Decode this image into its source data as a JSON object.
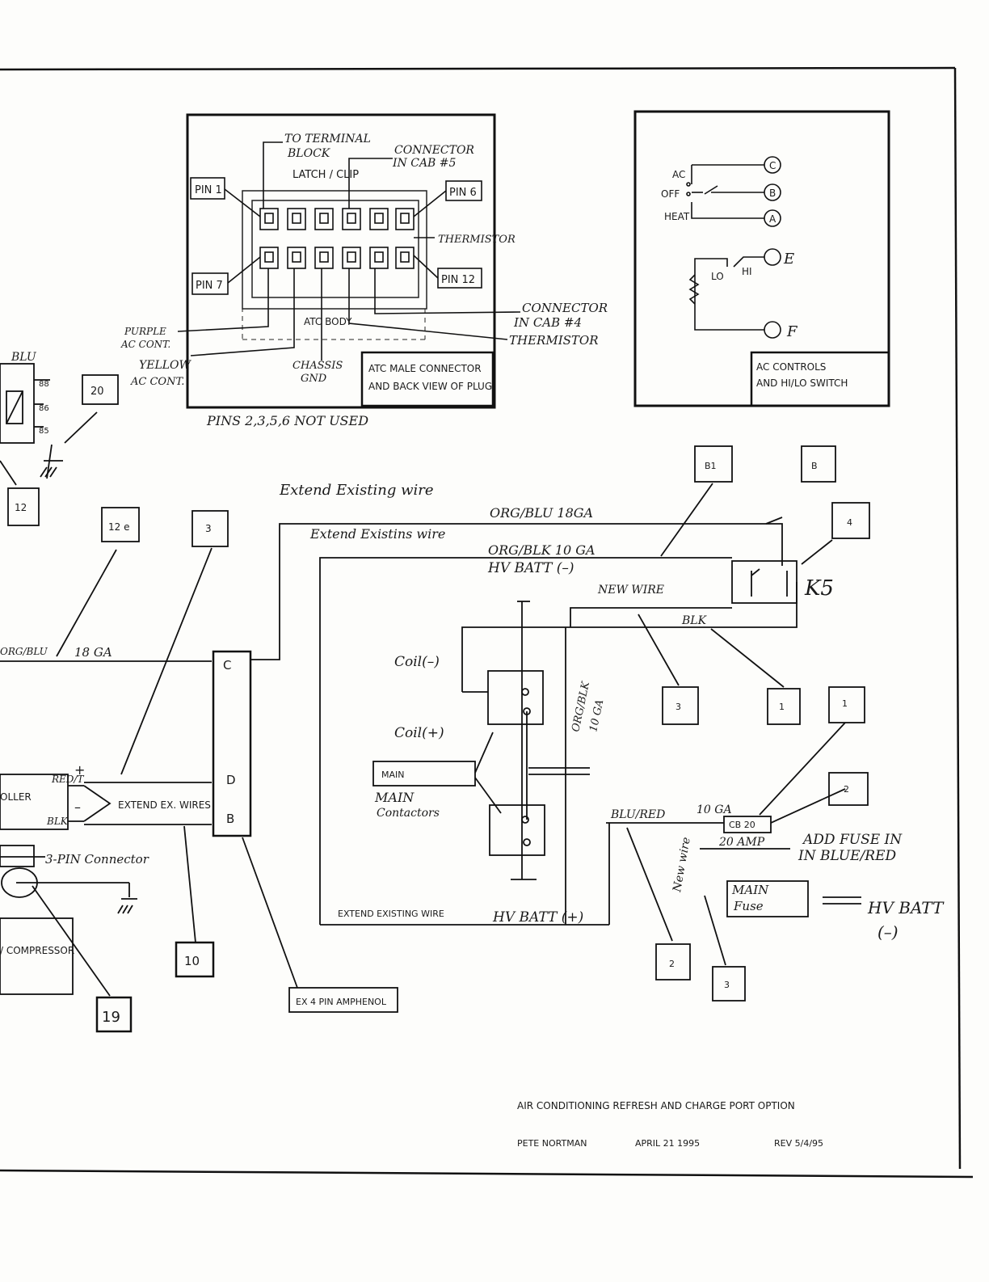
{
  "pin_diagram": {
    "to_terminal_block": "TO TERMINAL",
    "to_terminal_block_2": "BLOCK",
    "connector_cab5": "CONNECTOR",
    "connector_cab5_2": "IN CAB #5",
    "latch_clip": "LATCH / CLIP",
    "pin1": "PIN 1",
    "pin6": "PIN 6",
    "pin7": "PIN 7",
    "pin12": "PIN 12",
    "thermistor_top": "THERMISTOR",
    "connector_cab4": "CONNECTOR",
    "connector_cab4_2": "IN CAB #4",
    "thermistor_bottom": "THERMISTOR",
    "atc_body": "ATC BODY",
    "purple": "PURPLE",
    "purple_2": "AC CONT.",
    "yellow": "YELLOW",
    "yellow_2": "AC CONT.",
    "chassis": "CHASSIS",
    "chassis_2": "GND",
    "caption": "ATC MALE CONNECTOR",
    "caption_2": "AND BACK VIEW OF PLUG",
    "not_used": "PINS 2,3,5,6  NOT USED"
  },
  "ac_controls": {
    "ac": "AC",
    "off": "OFF",
    "heat": "HEAT",
    "c": "C",
    "b": "B",
    "a": "A",
    "lo": "LO",
    "hi": "HI",
    "e": "E",
    "f": "F",
    "caption": "AC CONTROLS",
    "caption_2": "AND HI/LO SWITCH"
  },
  "left": {
    "blu": "BLU",
    "relay_pins": [
      "88",
      "86",
      "85"
    ],
    "box20": "20",
    "box12": "12",
    "box12e": "12 e",
    "box3": "3",
    "org_blu": "ORG/BLU",
    "ga18": "18 GA",
    "controller": "OLLER",
    "red_t": "RED/T",
    "plus": "+",
    "minus": "–",
    "blk": "BLK",
    "extend_ex_wires": "EXTEND EX. WIRES",
    "three_pin": "3-PIN Connector",
    "compressor": "/ COMPRESSOR",
    "box10": "10",
    "box19": "19",
    "ex4pin": "EX 4 PIN AMPHENOL"
  },
  "main": {
    "extend_existing_1": "Extend Existing wire",
    "org_blu_18": "ORG/BLU  18GA",
    "extend_existing_2": "Extend Existins wire",
    "org_blk_10": "ORG/BLK  10 GA",
    "hv_batt_neg": "HV BATT (–)",
    "new_wire": "NEW WIRE",
    "k5": "K5",
    "blk": "BLK",
    "coil_neg": "Coil(–)",
    "coil_pos": "Coil(+)",
    "org_blk_vertical": "ORG/BLK",
    "ga10_vertical": "10 GA",
    "main_box": "MAIN",
    "main_contactors": "MAIN",
    "main_contactors_2": "Contactors",
    "connector_c": "C",
    "connector_d": "D",
    "connector_b": "B",
    "extend_existing_wire": "EXTEND EXISTING WIRE",
    "hv_batt_pos": "HV BATT (+)",
    "blu_red": "BLU/RED",
    "ga10": "10 GA",
    "cb20": "CB 20",
    "amp20": "20 AMP",
    "add_fuse": "ADD FUSE IN",
    "add_fuse_2": "IN BLUE/RED",
    "new_wire_vertical": "New wire",
    "main_fuse": "MAIN",
    "main_fuse_2": "Fuse",
    "hv_batt_neg_2": "HV BATT",
    "hv_batt_neg_2b": "(–)",
    "box_b1": "B1",
    "box_b": "B",
    "box_4": "4",
    "box_1a": "1",
    "box_1b": "1",
    "box_3a": "3",
    "box_2a": "2",
    "box_2b": "2",
    "box_3b": "3"
  },
  "title_block": {
    "title": "AIR CONDITIONING REFRESH AND CHARGE PORT OPTION",
    "author": "PETE NORTMAN",
    "date": "APRIL 21 1995",
    "rev": "REV 5/4/95"
  }
}
